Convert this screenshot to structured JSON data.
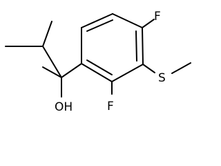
{
  "molecule": {
    "atom_labels": {
      "fluorine_top": "F",
      "fluorine_bottom": "F",
      "sulfur": "S",
      "hydroxyl": "OH"
    }
  }
}
